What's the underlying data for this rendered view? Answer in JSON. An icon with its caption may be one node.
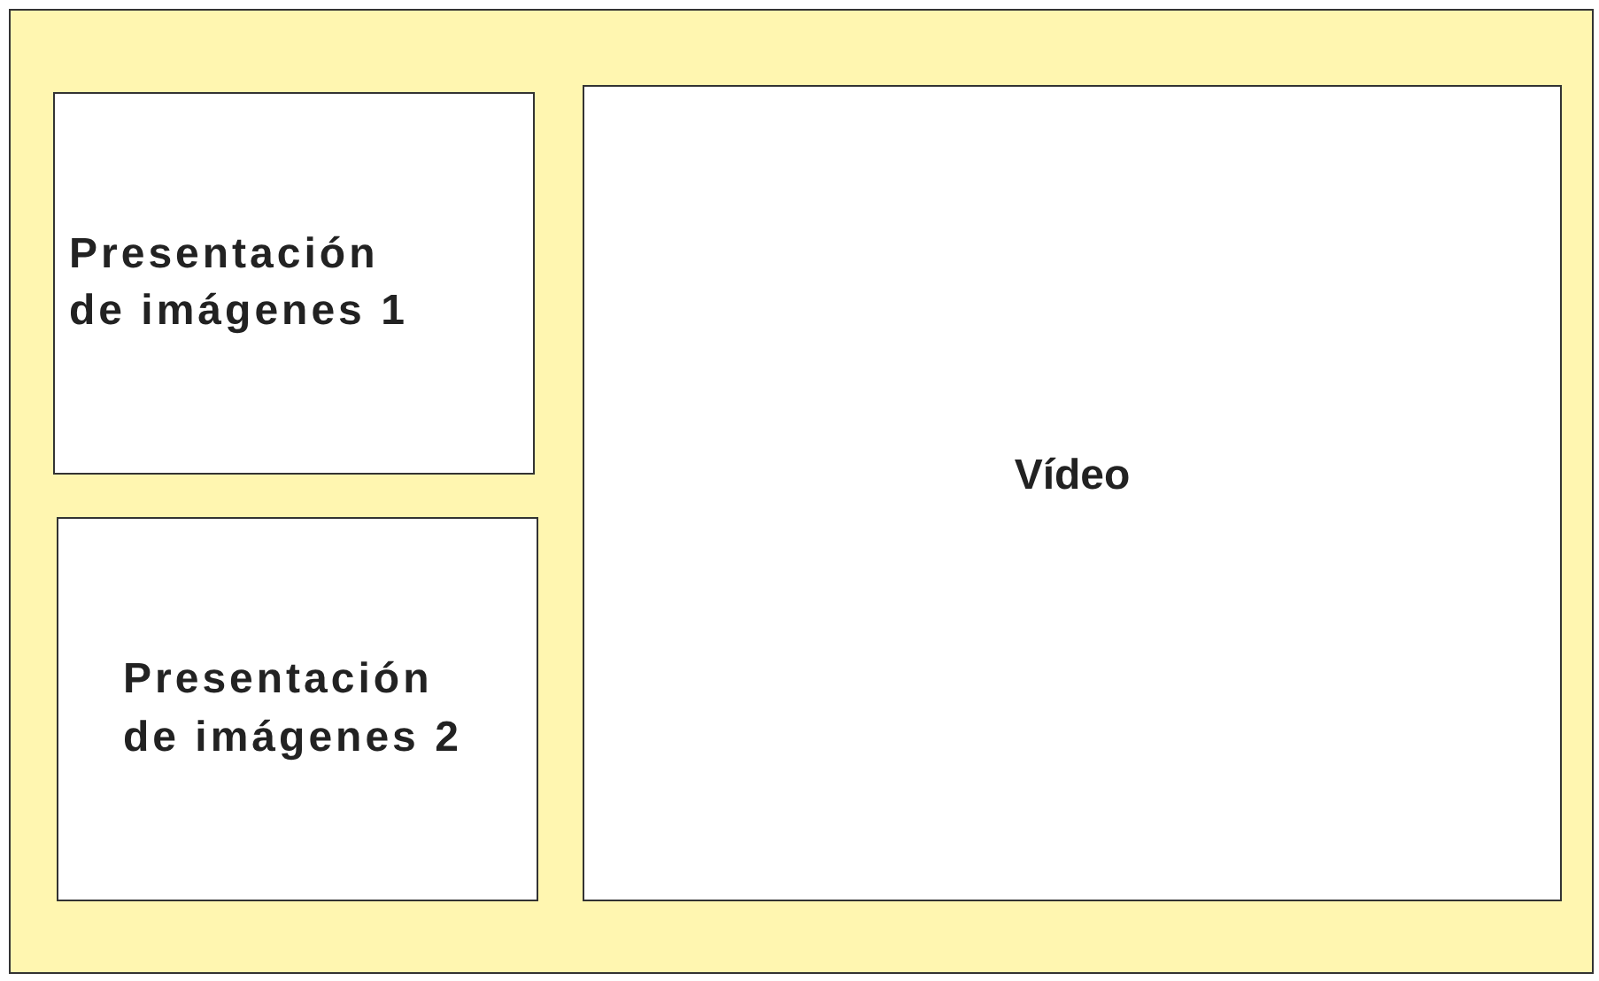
{
  "diagram": {
    "nodes": [
      {
        "text": [],
        "shape": "box"
      },
      {
        "text": [
          "Presentación de imágenes 1"
        ],
        "in": 0
      },
      {
        "text": [
          "Presentación de imágenes 2"
        ],
        "in": 0
      },
      {
        "text": [
          "Vídeo"
        ],
        "in": 0
      }
    ]
  }
}
